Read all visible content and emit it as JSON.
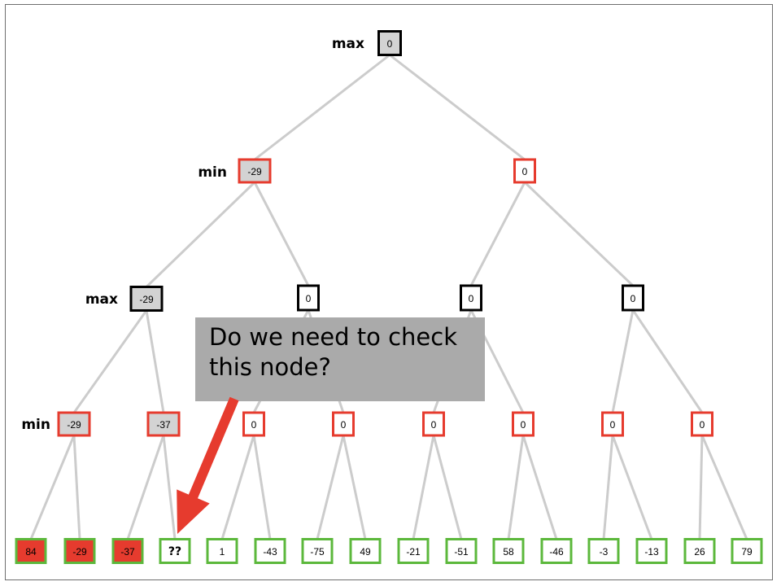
{
  "colors": {
    "edge": "#cccccc",
    "red_border": "#e63b2e",
    "green_border": "#5cb83c",
    "black_border": "#000000",
    "gray_fill": "#d3d3d3",
    "red_fill": "#e63b2e",
    "callout_bg": "#aaaaaa",
    "arrow": "#e63b2e"
  },
  "level_labels": {
    "root": "max",
    "l1": "min",
    "l2": "max",
    "l3": "min"
  },
  "nodes": {
    "root": {
      "value": "0",
      "border": "black",
      "fill": "gray"
    },
    "l1": [
      {
        "value": "-29",
        "border": "red",
        "fill": "gray"
      },
      {
        "value": "0",
        "border": "red",
        "fill": "white"
      }
    ],
    "l2": [
      {
        "value": "-29",
        "border": "black",
        "fill": "gray"
      },
      {
        "value": "0",
        "border": "black",
        "fill": "white"
      },
      {
        "value": "0",
        "border": "black",
        "fill": "white"
      },
      {
        "value": "0",
        "border": "black",
        "fill": "white"
      }
    ],
    "l3": [
      {
        "value": "-29",
        "border": "red",
        "fill": "gray"
      },
      {
        "value": "-37",
        "border": "red",
        "fill": "gray"
      },
      {
        "value": "0",
        "border": "red",
        "fill": "white"
      },
      {
        "value": "0",
        "border": "red",
        "fill": "white"
      },
      {
        "value": "0",
        "border": "red",
        "fill": "white"
      },
      {
        "value": "0",
        "border": "red",
        "fill": "white"
      },
      {
        "value": "0",
        "border": "red",
        "fill": "white"
      },
      {
        "value": "0",
        "border": "red",
        "fill": "white"
      }
    ],
    "leaves": [
      {
        "value": "84",
        "fill": "red"
      },
      {
        "value": "-29",
        "fill": "red"
      },
      {
        "value": "-37",
        "fill": "red"
      },
      {
        "value": "??",
        "fill": "white",
        "highlight": true
      },
      {
        "value": "1",
        "fill": "white"
      },
      {
        "value": "-43",
        "fill": "white"
      },
      {
        "value": "-75",
        "fill": "white"
      },
      {
        "value": "49",
        "fill": "white"
      },
      {
        "value": "-21",
        "fill": "white"
      },
      {
        "value": "-51",
        "fill": "white"
      },
      {
        "value": "58",
        "fill": "white"
      },
      {
        "value": "-46",
        "fill": "white"
      },
      {
        "value": "-3",
        "fill": "white"
      },
      {
        "value": "-13",
        "fill": "white"
      },
      {
        "value": "26",
        "fill": "white"
      },
      {
        "value": "79",
        "fill": "white"
      }
    ]
  },
  "callout": {
    "line1": "Do we need to check",
    "line2": "this node?"
  }
}
